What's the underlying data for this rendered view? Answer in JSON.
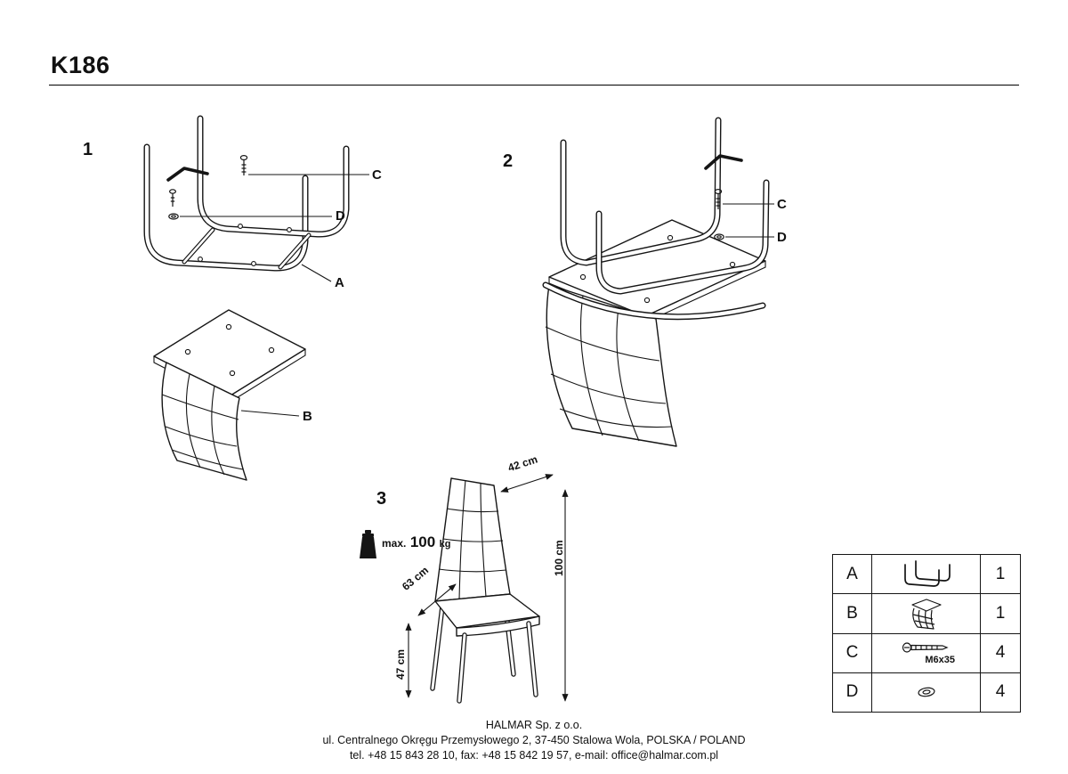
{
  "title": "K186",
  "colors": {
    "ink": "#151515",
    "background": "#ffffff"
  },
  "steps": {
    "step1": {
      "number": "1",
      "label_a": "A",
      "label_b": "B",
      "label_c": "C",
      "label_d": "D"
    },
    "step2": {
      "number": "2",
      "label_c": "C",
      "label_d": "D"
    },
    "step3": {
      "number": "3",
      "weight_prefix": "max.",
      "weight_value": "100",
      "weight_unit": "kg",
      "dim_top_width": "42 cm",
      "dim_height": "100 cm",
      "dim_depth": "63 cm",
      "dim_seat_height": "47 cm"
    }
  },
  "icons": [
    "allen-key-icon",
    "screw-icon",
    "washer-icon",
    "max-weight-icon",
    "chair-frame-icon",
    "seat-icon"
  ],
  "parts_table": {
    "rows": [
      {
        "id": "A",
        "icon": "chair-frame-icon",
        "qty": "1"
      },
      {
        "id": "B",
        "icon": "seat-icon",
        "qty": "1"
      },
      {
        "id": "C",
        "icon": "screw-icon",
        "spec": "M6x35",
        "qty": "4"
      },
      {
        "id": "D",
        "icon": "washer-icon",
        "qty": "4"
      }
    ]
  },
  "footer": {
    "company": "HALMAR Sp. z o.o.",
    "address": "ul. Centralnego Okręgu Przemysłowego 2, 37-450 Stalowa Wola, POLSKA / POLAND",
    "contact": "tel. +48 15 843 28 10, fax: +48 15 842 19 57, e-mail: office@halmar.com.pl"
  }
}
